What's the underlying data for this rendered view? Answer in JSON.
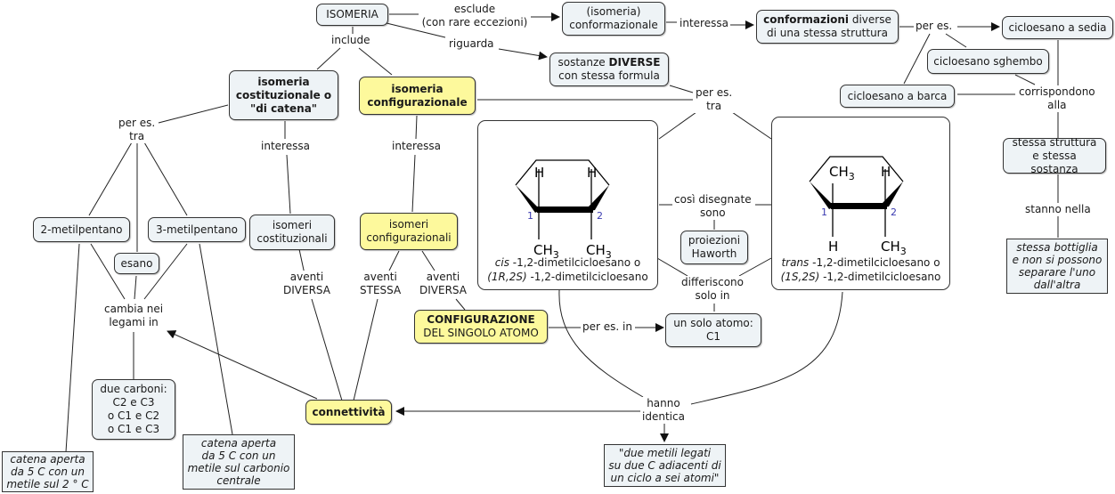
{
  "nodes": {
    "isomeria": "ISOMERIA",
    "conformazionale_l1": "(isomeria)",
    "conformazionale_l2": "conformazionale",
    "conformazioni_bold": "conformazioni",
    "conformazioni_rest": " diverse",
    "conformazioni_l2": "di una stessa struttura",
    "sedia": "cicloesano a sedia",
    "sghembo": "cicloesano sghembo",
    "barca": "cicloesano a barca",
    "sostanze_l1_pre": "sostanze ",
    "sostanze_l1_bold": "DIVERSE",
    "sostanze_l2": "con stessa formula",
    "costituzionale_l1": "isomeria",
    "costituzionale_l2": "costituzionale o",
    "costituzionale_l3": "\"di catena\"",
    "configurazionale_l1": "isomeria",
    "configurazionale_l2": "configurazionale",
    "stessa_struttura_l1": "stessa struttura",
    "stessa_struttura_l2": "e stessa sostanza",
    "bottiglia_l1": "stessa bottiglia",
    "bottiglia_l2": "e non si possono",
    "bottiglia_l3": "separare l'uno",
    "bottiglia_l4": "dall'altra",
    "metilpentano2": "2-metilpentano",
    "metilpentano3": "3-metilpentano",
    "esano": "esano",
    "isomeri_cost_l1": "isomeri",
    "isomeri_cost_l2": "costituzionali",
    "isomeri_conf_l1": "isomeri",
    "isomeri_conf_l2": "configurazionali",
    "haworth_l1": "proiezioni",
    "haworth_l2": "Haworth",
    "config_atomo_l1": "CONFIGURAZIONE",
    "config_atomo_l2": "DEL SINGOLO ATOMO",
    "solo_atomo_l1": "un solo atomo:",
    "solo_atomo_l2": "C1",
    "due_carboni": [
      "due carboni:",
      "C2 e C3",
      "o C1 e C2",
      "o C1 e C3"
    ],
    "connettivita": "connettività",
    "catena_2": [
      "catena aperta",
      "da 5 C con un",
      "metile sul 2 ° C"
    ],
    "catena_3": [
      "catena aperta",
      "da 5 C con un",
      "metile sul carbonio",
      "centrale"
    ],
    "due_metili": [
      "\"due metili legati",
      "su due C adiacenti di",
      "un ciclo a sei atomi\""
    ]
  },
  "molecules": {
    "cis": {
      "top_left": "H",
      "top_right": "H",
      "bottom_left": "CH",
      "bottom_right": "CH",
      "sub": "3",
      "idx1": "1",
      "idx2": "2",
      "caption_l1_italic": "cis",
      "caption_l1_rest": " -1,2-dimetilcicloesano o",
      "caption_l2_italic": "(1R,2S)",
      "caption_l2_rest": " -1,2-dimetilcicloesano"
    },
    "trans": {
      "top_left": "CH",
      "top_right": "H",
      "bottom_left": "H",
      "bottom_right": "CH",
      "sub": "3",
      "idx1": "1",
      "idx2": "2",
      "caption_l1_italic": "trans",
      "caption_l1_rest": " -1,2-dimetilcicloesano o",
      "caption_l2_italic": "(1S,2S)",
      "caption_l2_rest": " -1,2-dimetilcicloesano"
    }
  },
  "links": {
    "esclude_l1": "esclude",
    "esclude_l2": "(con rare eccezioni)",
    "include": "include",
    "riguarda": "riguarda",
    "interessa_top": "interessa",
    "per_es_top": "per es.",
    "corrispondono_l1": "corrispondono",
    "corrispondono_l2": "alla",
    "stanno_nella": "stanno nella",
    "per_es_tra_mid_l1": "per es.",
    "per_es_tra_mid_l2": "tra",
    "per_es_tra_left_l1": "per es.",
    "per_es_tra_left_l2": "tra",
    "interessa_cost": "interessa",
    "interessa_conf": "interessa",
    "cambia_l1": "cambia nei",
    "cambia_l2": "legami in",
    "aventi_diversa1_l1": "aventi",
    "aventi_diversa1_l2": "DIVERSA",
    "aventi_stessa_l1": "aventi",
    "aventi_stessa_l2": "STESSA",
    "aventi_diversa2_l1": "aventi",
    "aventi_diversa2_l2": "DIVERSA",
    "cosi_l1": "così disegnate",
    "cosi_l2": "sono",
    "differiscono_l1": "differiscono",
    "differiscono_l2": "solo in",
    "per_es_in": "per es. in",
    "hanno_l1": "hanno",
    "hanno_l2": "identica"
  },
  "colors": {
    "node_fill": "#eef3f6",
    "highlight_fill": "#fdf99c",
    "line": "#222222",
    "index_blue": "#3a3ab0"
  }
}
